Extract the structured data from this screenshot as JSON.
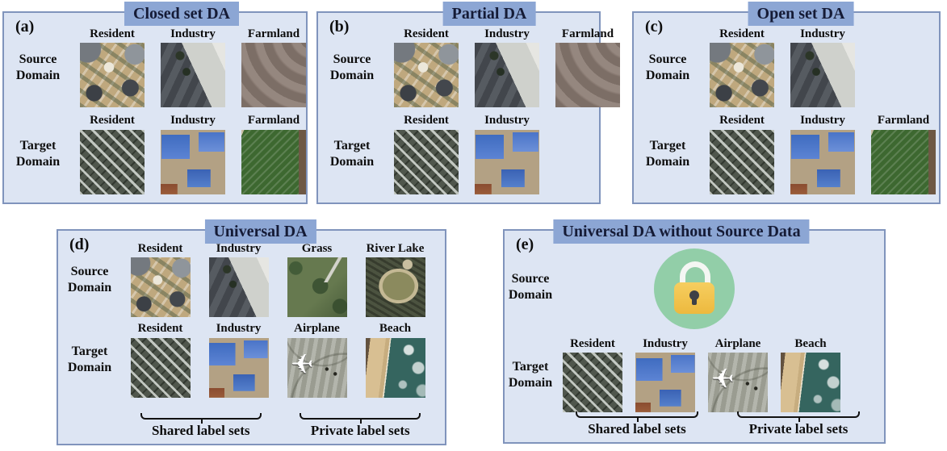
{
  "figure": {
    "colors": {
      "panel_bg": "#dde5f3",
      "panel_border": "#8094bc",
      "title_bg": "#8ca6d4",
      "title_text": "#151b36",
      "text": "#0d0d0d",
      "lock_green": "#92cea8",
      "lock_gold": "#f2c44c",
      "lock_shackle": "#f4f6f3",
      "lock_dark": "#3e4046"
    },
    "panels": {
      "a": {
        "marker": "(a)",
        "title": "Closed set DA",
        "rows": [
          {
            "label": "Source Domain",
            "items": [
              {
                "label": "Resident",
                "img": "resident-src"
              },
              {
                "label": "Industry",
                "img": "industry-src"
              },
              {
                "label": "Farmland",
                "img": "farmland-src"
              }
            ]
          },
          {
            "label": "Target Domain",
            "items": [
              {
                "label": "Resident",
                "img": "resident-tgt"
              },
              {
                "label": "Industry",
                "img": "industry-tgt"
              },
              {
                "label": "Farmland",
                "img": "farmland-tgt"
              }
            ]
          }
        ]
      },
      "b": {
        "marker": "(b)",
        "title": "Partial DA",
        "rows": [
          {
            "label": "Source Domain",
            "items": [
              {
                "label": "Resident",
                "img": "resident-src"
              },
              {
                "label": "Industry",
                "img": "industry-src"
              },
              {
                "label": "Farmland",
                "img": "farmland-src"
              }
            ]
          },
          {
            "label": "Target Domain",
            "items": [
              {
                "label": "Resident",
                "img": "resident-tgt"
              },
              {
                "label": "Industry",
                "img": "industry-tgt"
              }
            ]
          }
        ]
      },
      "c": {
        "marker": "(c)",
        "title": "Open set DA",
        "rows": [
          {
            "label": "Source Domain",
            "items": [
              {
                "label": "Resident",
                "img": "resident-src"
              },
              {
                "label": "Industry",
                "img": "industry-src"
              }
            ]
          },
          {
            "label": "Target Domain",
            "items": [
              {
                "label": "Resident",
                "img": "resident-tgt"
              },
              {
                "label": "Industry",
                "img": "industry-tgt"
              },
              {
                "label": "Farmland",
                "img": "farmland-tgt"
              }
            ]
          }
        ]
      },
      "d": {
        "marker": "(d)",
        "title": "Universal DA",
        "rows": [
          {
            "label": "Source Domain",
            "items": [
              {
                "label": "Resident",
                "img": "resident-src"
              },
              {
                "label": "Industry",
                "img": "industry-src"
              },
              {
                "label": "Grass",
                "img": "grass"
              },
              {
                "label": "River Lake",
                "img": "riverlake"
              }
            ]
          },
          {
            "label": "Target Domain",
            "items": [
              {
                "label": "Resident",
                "img": "resident-tgt"
              },
              {
                "label": "Industry",
                "img": "industry-tgt"
              },
              {
                "label": "Airplane",
                "img": "airplane"
              },
              {
                "label": "Beach",
                "img": "beach"
              }
            ]
          }
        ],
        "footer": [
          {
            "label": "Shared label sets"
          },
          {
            "label": "Private label sets"
          }
        ]
      },
      "e": {
        "marker": "(e)",
        "title": "Universal DA without Source Data",
        "lock_icon": "padlock-icon",
        "rows": [
          {
            "label": "Source Domain",
            "lock": true,
            "items": []
          },
          {
            "label": "Target Domain",
            "items": [
              {
                "label": "Resident",
                "img": "resident-tgt"
              },
              {
                "label": "Industry",
                "img": "industry-tgt"
              },
              {
                "label": "Airplane",
                "img": "airplane"
              },
              {
                "label": "Beach",
                "img": "beach"
              }
            ]
          }
        ],
        "footer": [
          {
            "label": "Shared label sets"
          },
          {
            "label": "Private label sets"
          }
        ]
      }
    }
  }
}
